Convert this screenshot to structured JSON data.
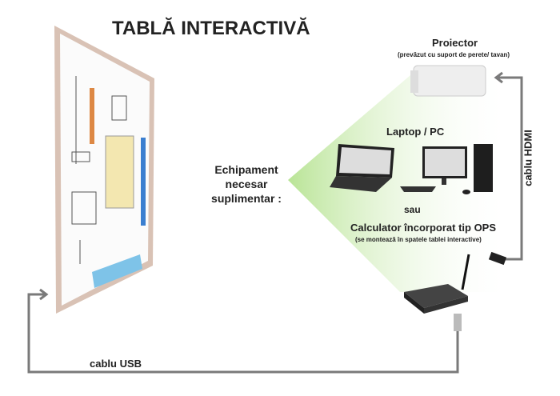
{
  "title": "TABLĂ INTERACTIVĂ",
  "projector": {
    "label": "Proiector",
    "note": "(prevăzut cu suport de perete/ tavan)"
  },
  "extra_equipment": {
    "line1": "Echipament",
    "line2": "necesar",
    "line3": "suplimentar :"
  },
  "laptop_pc": "Laptop / PC",
  "or": "sau",
  "ops": {
    "label": "Calculator încorporat tip OPS",
    "note": "(se montează în spatele tablei interactive)"
  },
  "cables": {
    "hdmi": "cablu HDMI",
    "usb": "cablu USB"
  },
  "colors": {
    "cable": "#7a7a7a",
    "light": "#c8eaa6",
    "board_frame": "#d9c2b5",
    "text": "#222222"
  }
}
